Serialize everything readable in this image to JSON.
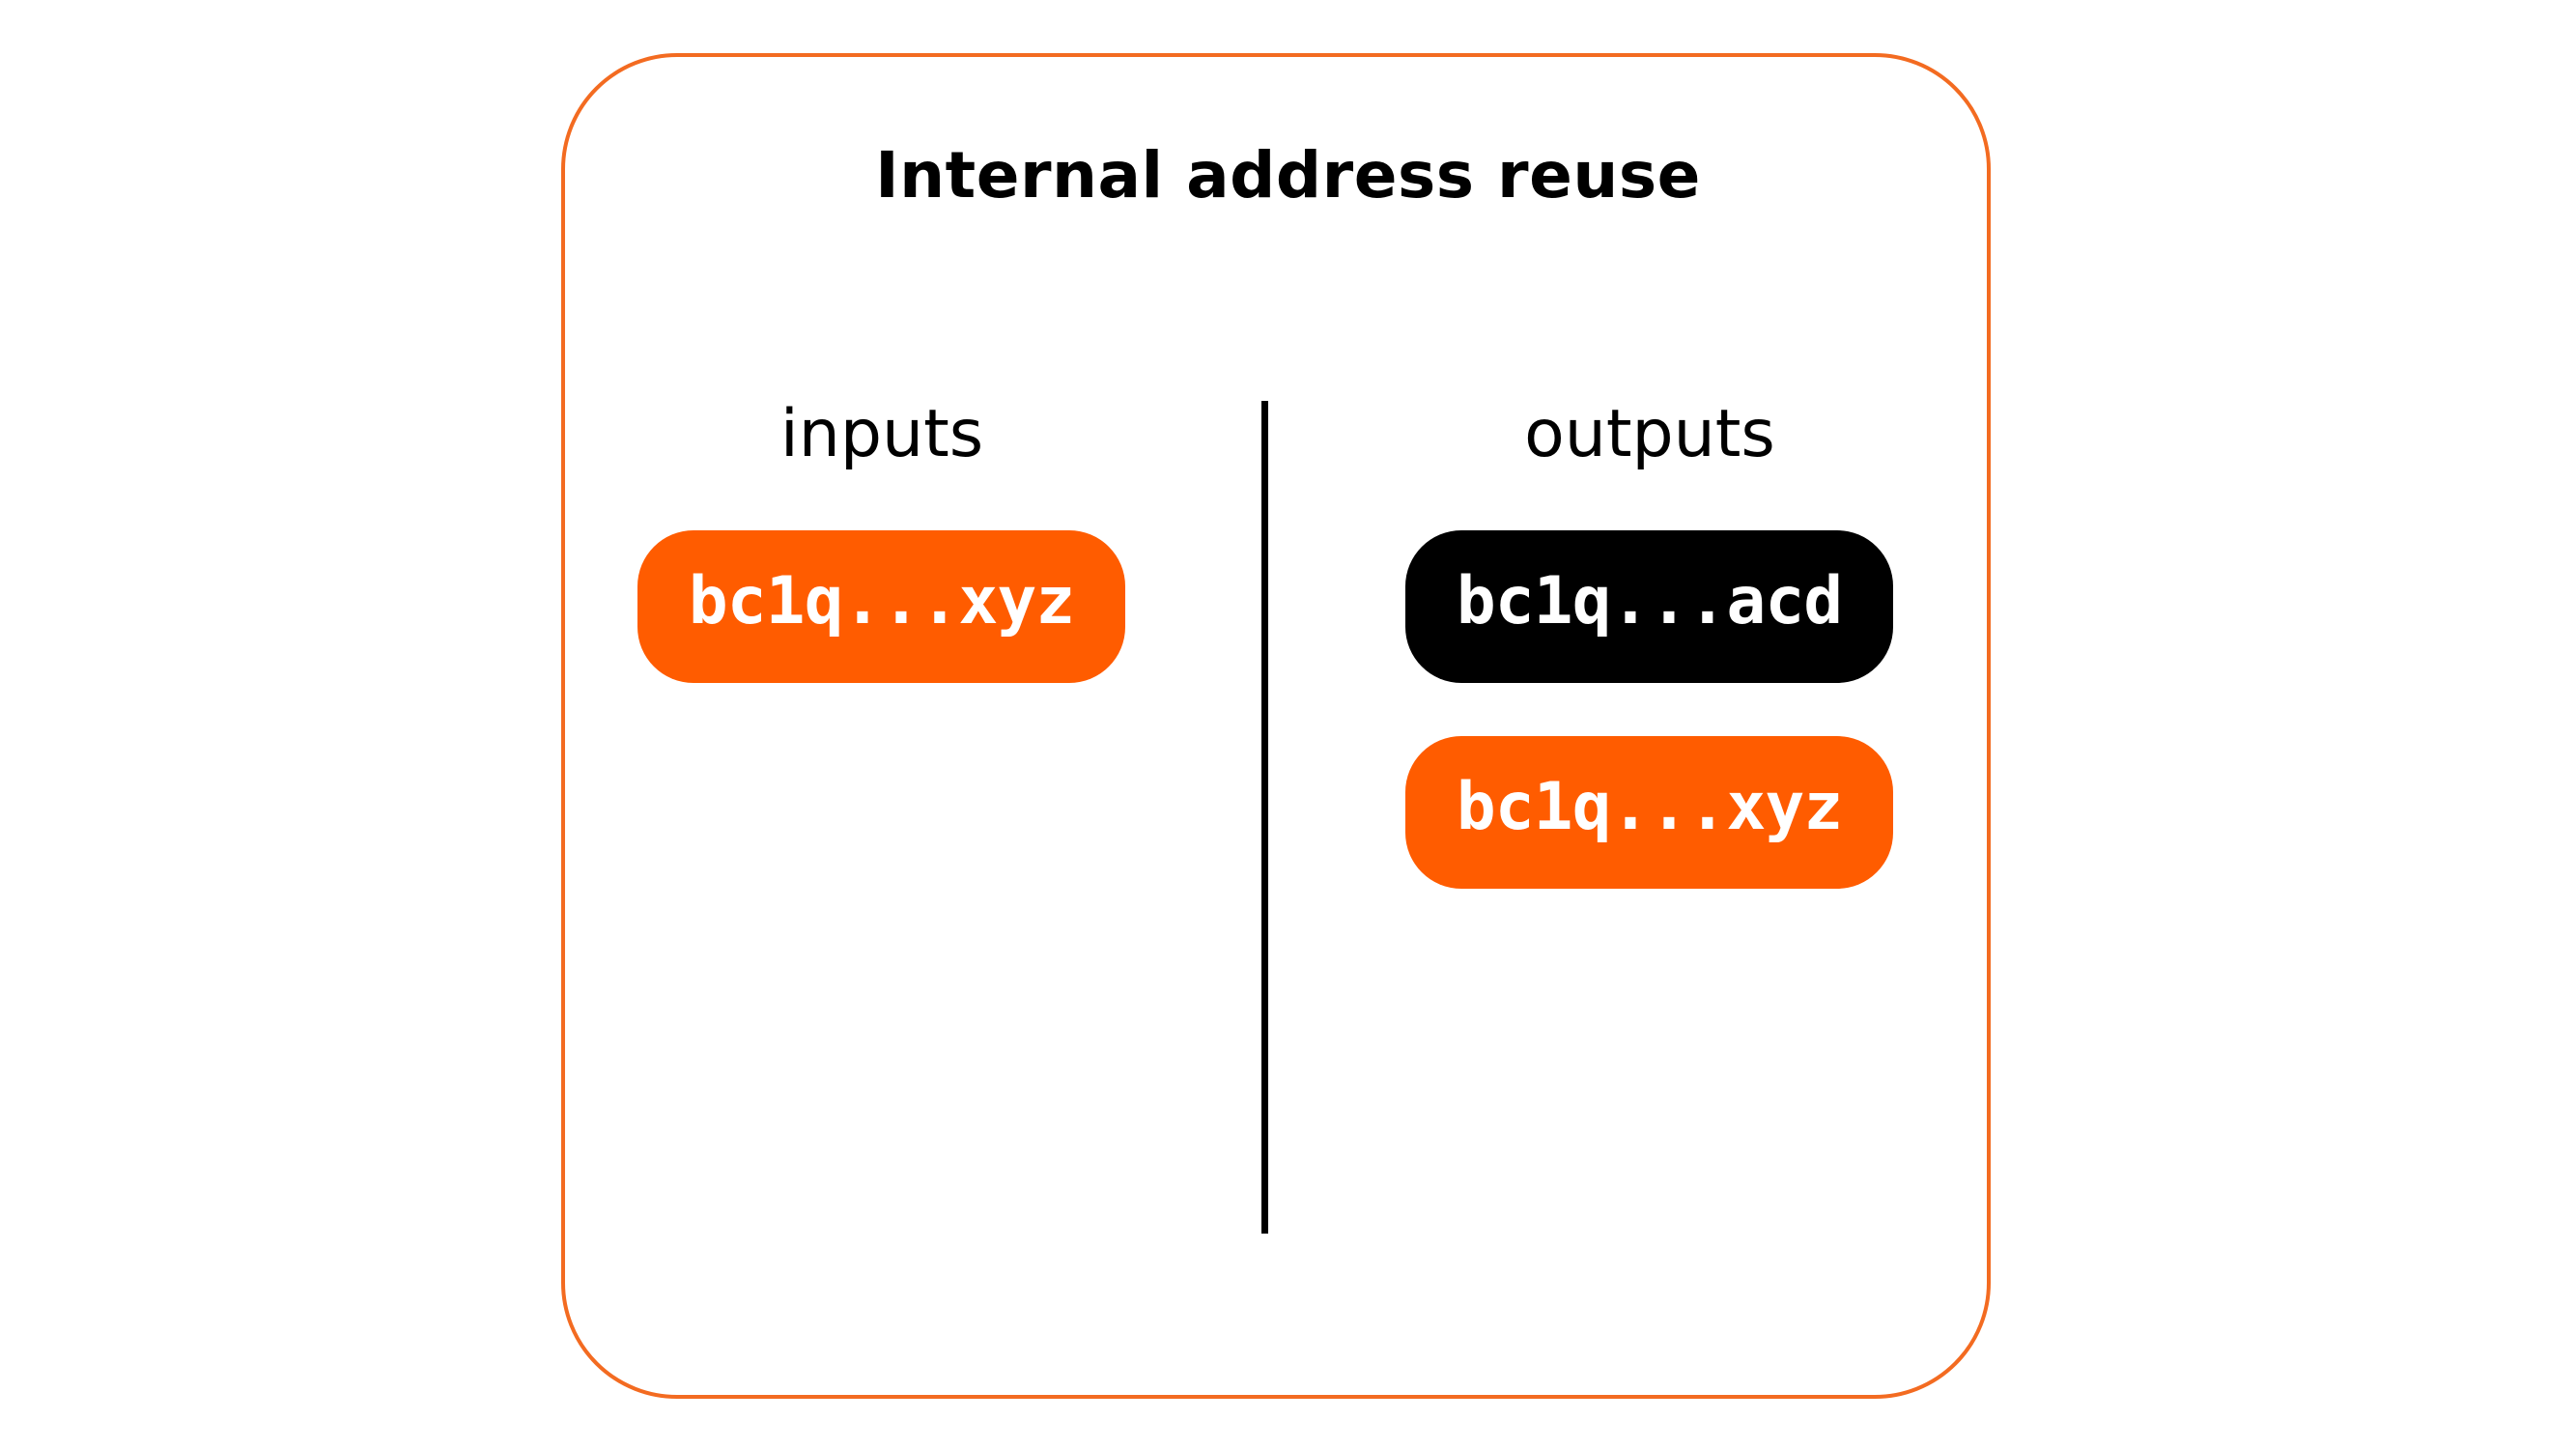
{
  "title": "Internal address reuse",
  "inputs": {
    "label": "inputs",
    "items": [
      {
        "address": "bc1q...xyz",
        "color": "#ff5c00"
      }
    ]
  },
  "outputs": {
    "label": "outputs",
    "items": [
      {
        "address": "bc1q...acd",
        "color": "#000000"
      },
      {
        "address": "bc1q...xyz",
        "color": "#ff5c00"
      }
    ]
  },
  "colors": {
    "border": "#f36b21",
    "accent": "#ff5c00",
    "text": "#000000"
  }
}
